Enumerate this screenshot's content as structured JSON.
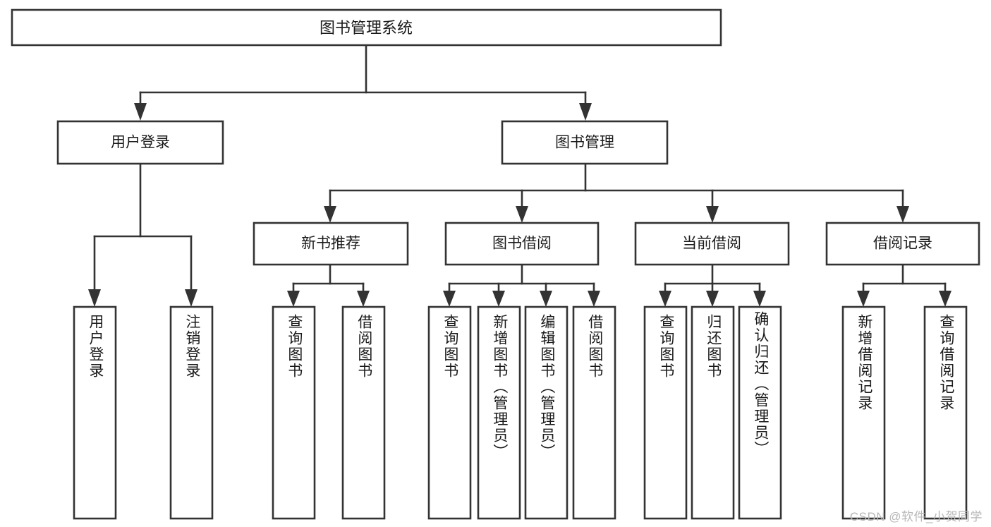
{
  "diagram": {
    "type": "tree-hierarchy",
    "title": "图书管理系统",
    "watermark": "CSDN @软件_小贺同学",
    "colors": {
      "box_stroke": "#333333",
      "box_fill": "#ffffff",
      "text": "#1a1a1a",
      "watermark": "#b7b7b7",
      "background": "#ffffff"
    },
    "root": {
      "label": "图书管理系统"
    },
    "level2": [
      {
        "label": "用户登录"
      },
      {
        "label": "图书管理"
      }
    ],
    "level3": [
      {
        "label": "新书推荐"
      },
      {
        "label": "图书借阅"
      },
      {
        "label": "当前借阅"
      },
      {
        "label": "借阅记录"
      }
    ],
    "leaves": {
      "user_login": [
        {
          "label": "用户登录"
        },
        {
          "label": "注销登录"
        }
      ],
      "new_book_recommend": [
        {
          "label": "查询图书"
        },
        {
          "label": "借阅图书"
        }
      ],
      "book_borrow": [
        {
          "label": "查询图书"
        },
        {
          "label": "新增图书（管理员）"
        },
        {
          "label": "编辑图书（管理员）"
        },
        {
          "label": "借阅图书"
        }
      ],
      "current_borrow": [
        {
          "label": "查询图书"
        },
        {
          "label": "归还图书"
        },
        {
          "label": "确认归还（管理员）"
        }
      ],
      "borrow_record": [
        {
          "label": "新增借阅记录"
        },
        {
          "label": "查询借阅记录"
        }
      ]
    }
  }
}
